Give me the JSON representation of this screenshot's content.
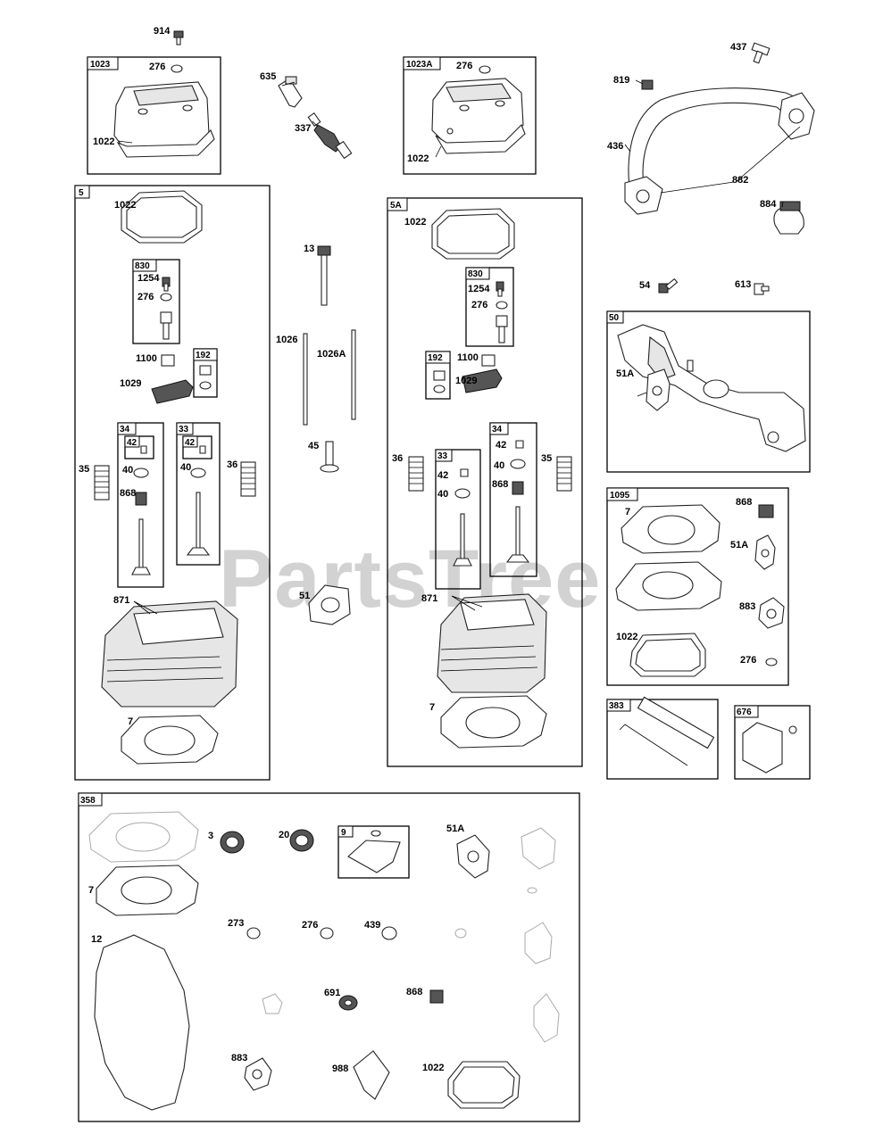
{
  "watermark": "PartsTree",
  "sections": {
    "s1023": "1023",
    "s1023a": "1023A",
    "s5": "5",
    "s5a": "5A",
    "s830a": "830",
    "s830b": "830",
    "s192a": "192",
    "s192b": "192",
    "s34a": "34",
    "s33a": "33",
    "s42a": "42",
    "s42b": "42",
    "s33b": "33",
    "s34b": "34",
    "s50": "50",
    "s1095": "1095",
    "s383": "383",
    "s676": "676",
    "s358": "358",
    "s9": "9"
  },
  "labels": {
    "p914": "914",
    "p276a": "276",
    "p1022a": "1022",
    "p635": "635",
    "p337": "337",
    "p276b": "276",
    "p1022b": "1022",
    "p437": "437",
    "p819": "819",
    "p436": "436",
    "p882": "882",
    "p884": "884",
    "p1022c": "1022",
    "p1254a": "1254",
    "p276c": "276",
    "p1100a": "1100",
    "p1029a": "1029",
    "p35a": "35",
    "p40a": "40",
    "p868a": "868",
    "p40b": "40",
    "p36a": "36",
    "p871a": "871",
    "p7a": "7",
    "p13": "13",
    "p1026": "1026",
    "p1026a": "1026A",
    "p45": "45",
    "p51": "51",
    "p1022d": "1022",
    "p1254b": "1254",
    "p276d": "276",
    "p1100b": "1100",
    "p1029b": "1029",
    "p36b": "36",
    "p42c": "42",
    "p40c": "40",
    "p42d": "42",
    "p40d": "40",
    "p868b": "868",
    "p35b": "35",
    "p871b": "871",
    "p7b": "7",
    "p54": "54",
    "p613": "613",
    "p51a1": "51A",
    "p7c": "7",
    "p868c": "868",
    "p51a2": "51A",
    "p883a": "883",
    "p1022e": "1022",
    "p276e": "276",
    "p3": "3",
    "p20": "20",
    "p51a3": "51A",
    "p7d": "7",
    "p12": "12",
    "p273": "273",
    "p276f": "276",
    "p439": "439",
    "p691": "691",
    "p868d": "868",
    "p883b": "883",
    "p988": "988",
    "p1022f": "1022"
  }
}
